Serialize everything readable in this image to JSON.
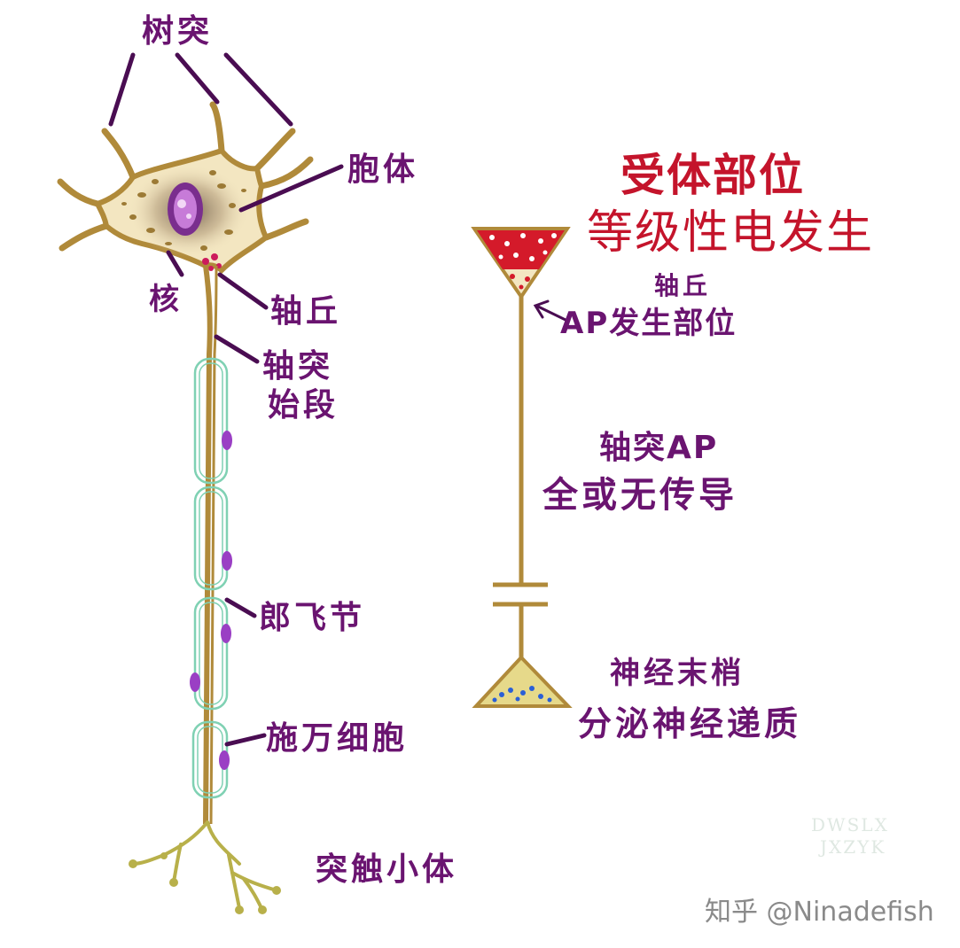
{
  "neuron_labels": {
    "dendrite": "树突",
    "soma": "胞体",
    "nucleus": "核",
    "axon_hillock": "轴丘",
    "axon_initial_segment_1": "轴突",
    "axon_initial_segment_2": "始段",
    "node_of_ranvier": "郎飞节",
    "schwann_cell": "施万细胞",
    "synaptic_terminal": "突触小体"
  },
  "schematic": {
    "title": "受体部位",
    "subtitle": "等级性电发生",
    "hillock_label": "轴丘",
    "ap_origin": "AP发生部位",
    "axon_ap_1": "轴突AP",
    "axon_ap_2": "全或无传导",
    "terminal_1": "神经末梢",
    "terminal_2": "分泌神经递质"
  },
  "faint_mark": [
    "DWSLX",
    "JXZYK"
  ],
  "watermark": "知乎 @Ninadefish",
  "colors": {
    "label": "#6a1470",
    "title": "#c4142b",
    "axon": "#b08a3a",
    "cell_fill": "#f3e6c1",
    "myelin": "#7fd1b3",
    "schwann_nucleus": "#9a3fc4",
    "terminal_fill": "#e6d98a",
    "vesicle_red": "#d41a2a",
    "vesicle_blue": "#2a5fd6"
  }
}
